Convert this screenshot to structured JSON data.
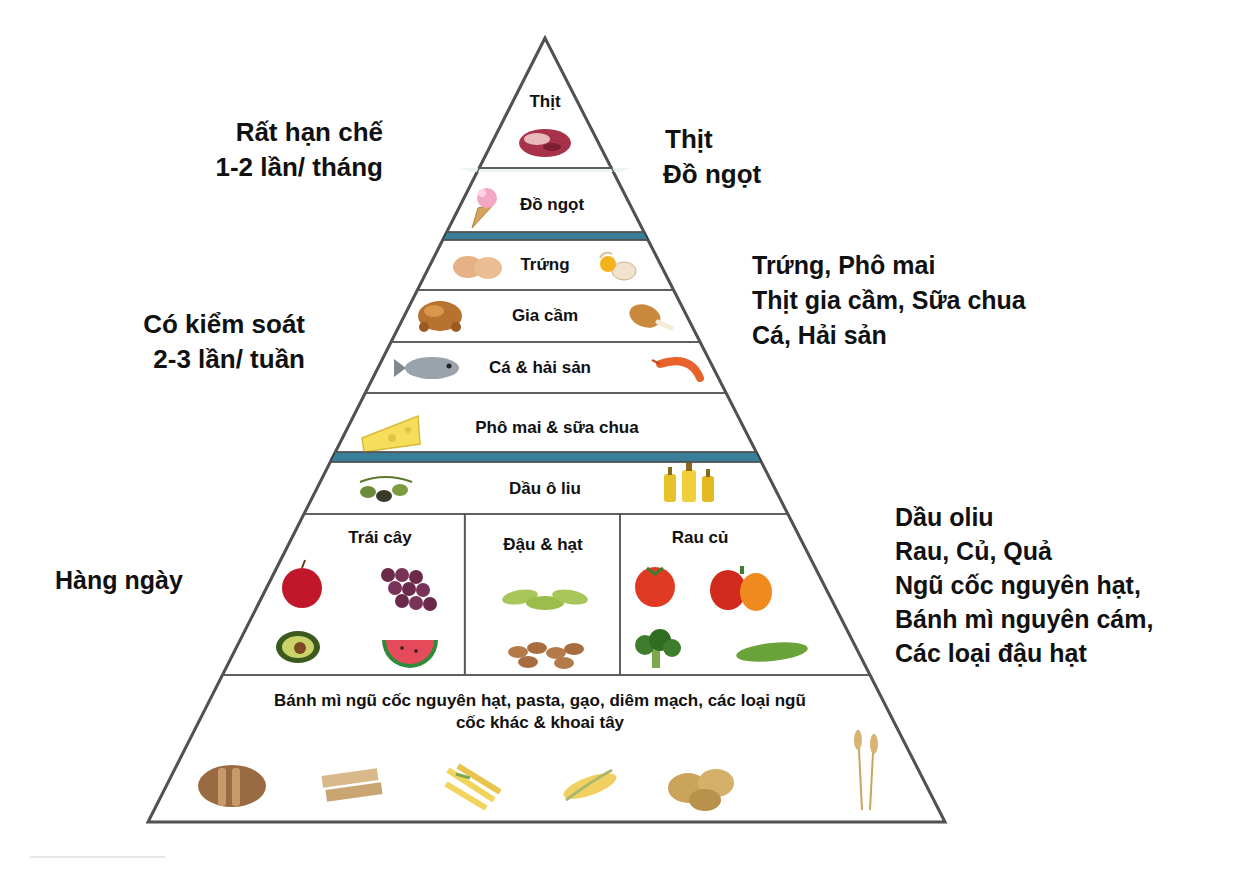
{
  "diagram": {
    "nodes": [
      {
        "text": [
          "Thịt"
        ]
      },
      {
        "text": [
          "Đồ ngọt"
        ]
      },
      {
        "text": [
          "Trứng"
        ]
      },
      {
        "text": [
          "Gia cầm"
        ]
      },
      {
        "text": [
          "Cá & hải sản"
        ]
      },
      {
        "text": [
          "Phô mai & sữa chua"
        ]
      },
      {
        "text": [
          "Dầu ô liu"
        ]
      },
      {
        "text": [
          "Trái cây"
        ]
      },
      {
        "text": [
          "Đậu & hạt"
        ]
      },
      {
        "text": [
          "Rau củ"
        ]
      },
      {
        "text": [
          "Bánh mì ngũ cốc nguyên hạt, pasta, gạo, diêm mạch, các loại ngũ cốc khác & khoai tây"
        ]
      }
    ],
    "labels": [
      "Rất hạn chế",
      "1-2 lần/ tháng",
      "Thịt",
      "Đồ ngọt",
      "Có kiểm soát",
      "2-3 lần/ tuần",
      "Trứng, Phô mai",
      "Thịt gia cầm, Sữa chua",
      "Cá, Hải sản",
      "Hàng ngày",
      "Dầu oliu",
      "Rau, Củ, Quả",
      "Ngũ cốc nguyên hạt,",
      "Bánh mì nguyên cám,",
      "Các loại đậu hạt"
    ]
  }
}
